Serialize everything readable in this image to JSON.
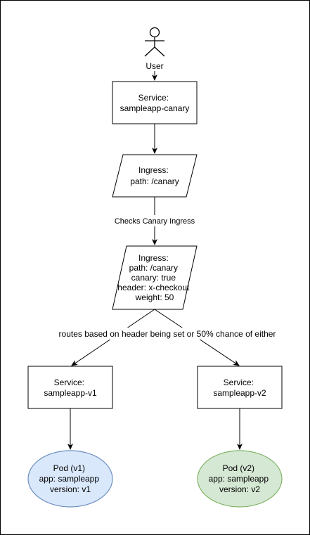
{
  "actor": {
    "label": "User"
  },
  "nodes": {
    "canary_service": {
      "lines": [
        "Service:",
        "sampleapp-canary"
      ]
    },
    "ingress_primary": {
      "lines": [
        "Ingress:",
        "path: /canary"
      ]
    },
    "ingress_canary": {
      "lines": [
        "Ingress:",
        "path: /canary",
        "canary: true",
        "header: x-checkout",
        "weight: 50"
      ]
    },
    "service_v1": {
      "lines": [
        "Service:",
        "sampleapp-v1"
      ]
    },
    "service_v2": {
      "lines": [
        "Service:",
        "sampleapp-v2"
      ]
    },
    "pod_v1": {
      "lines": [
        "Pod (v1)",
        "app: sampleapp",
        "version: v1"
      ]
    },
    "pod_v2": {
      "lines": [
        "Pod (v2)",
        "app: sampleapp",
        "version: v2"
      ]
    }
  },
  "edges": {
    "checks_label": "Checks Canary Ingress",
    "routes_label": "routes based on header being set or 50% chance of either"
  },
  "colors": {
    "stroke": "#000000",
    "pod_v1_fill": "#dae8fc",
    "pod_v1_stroke": "#6c8ebf",
    "pod_v2_fill": "#d5e8d4",
    "pod_v2_stroke": "#82b366"
  }
}
